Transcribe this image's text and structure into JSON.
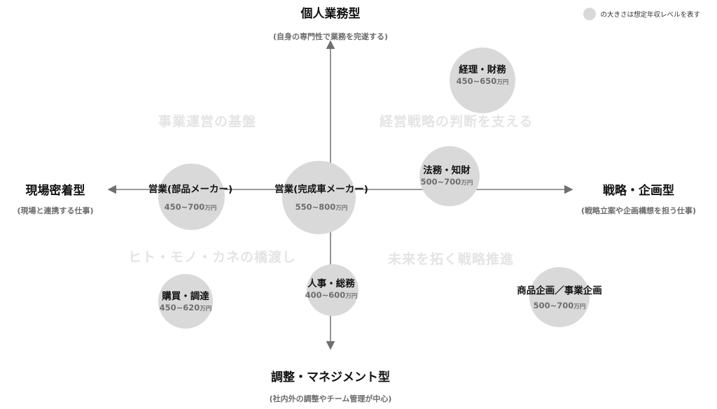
{
  "legend": {
    "text": "の大きさは想定年収レベルを表す"
  },
  "axes": {
    "top": {
      "title": "個人業務型",
      "subtitle": "(自身の専門性で業務を完遂する)"
    },
    "bottom": {
      "title": "調整・マネジメント型",
      "subtitle": "(社内外の調整やチーム管理が中心)"
    },
    "left": {
      "title": "現場密着型",
      "subtitle": "(現場と連携する仕事)"
    },
    "right": {
      "title": "戦略・企画型",
      "subtitle": "(戦略立案や企画構想を担う仕事)"
    }
  },
  "quadrants": {
    "top_left": "事業運営の基盤",
    "top_right": "経営戦略の判断を支える",
    "bottom_left": "ヒト・モノ・カネの橋渡し",
    "bottom_right": "未来を拓く戦略推進"
  },
  "jobs": [
    {
      "name": "経理・財務",
      "salary": "450~650",
      "unit": "万円"
    },
    {
      "name": "法務・知財",
      "salary": "500~700",
      "unit": "万円"
    },
    {
      "name": "営業(部品メーカー)",
      "salary": "450~700",
      "unit": "万円"
    },
    {
      "name": "営業(完成車メーカー)",
      "salary": "550~800",
      "unit": "万円"
    },
    {
      "name": "人事・総務",
      "salary": "400~600",
      "unit": "万円"
    },
    {
      "name": "購買・調達",
      "salary": "450~620",
      "unit": "万円"
    },
    {
      "name": "商品企画／事業企画",
      "salary": "500~700",
      "unit": "万円"
    }
  ]
}
